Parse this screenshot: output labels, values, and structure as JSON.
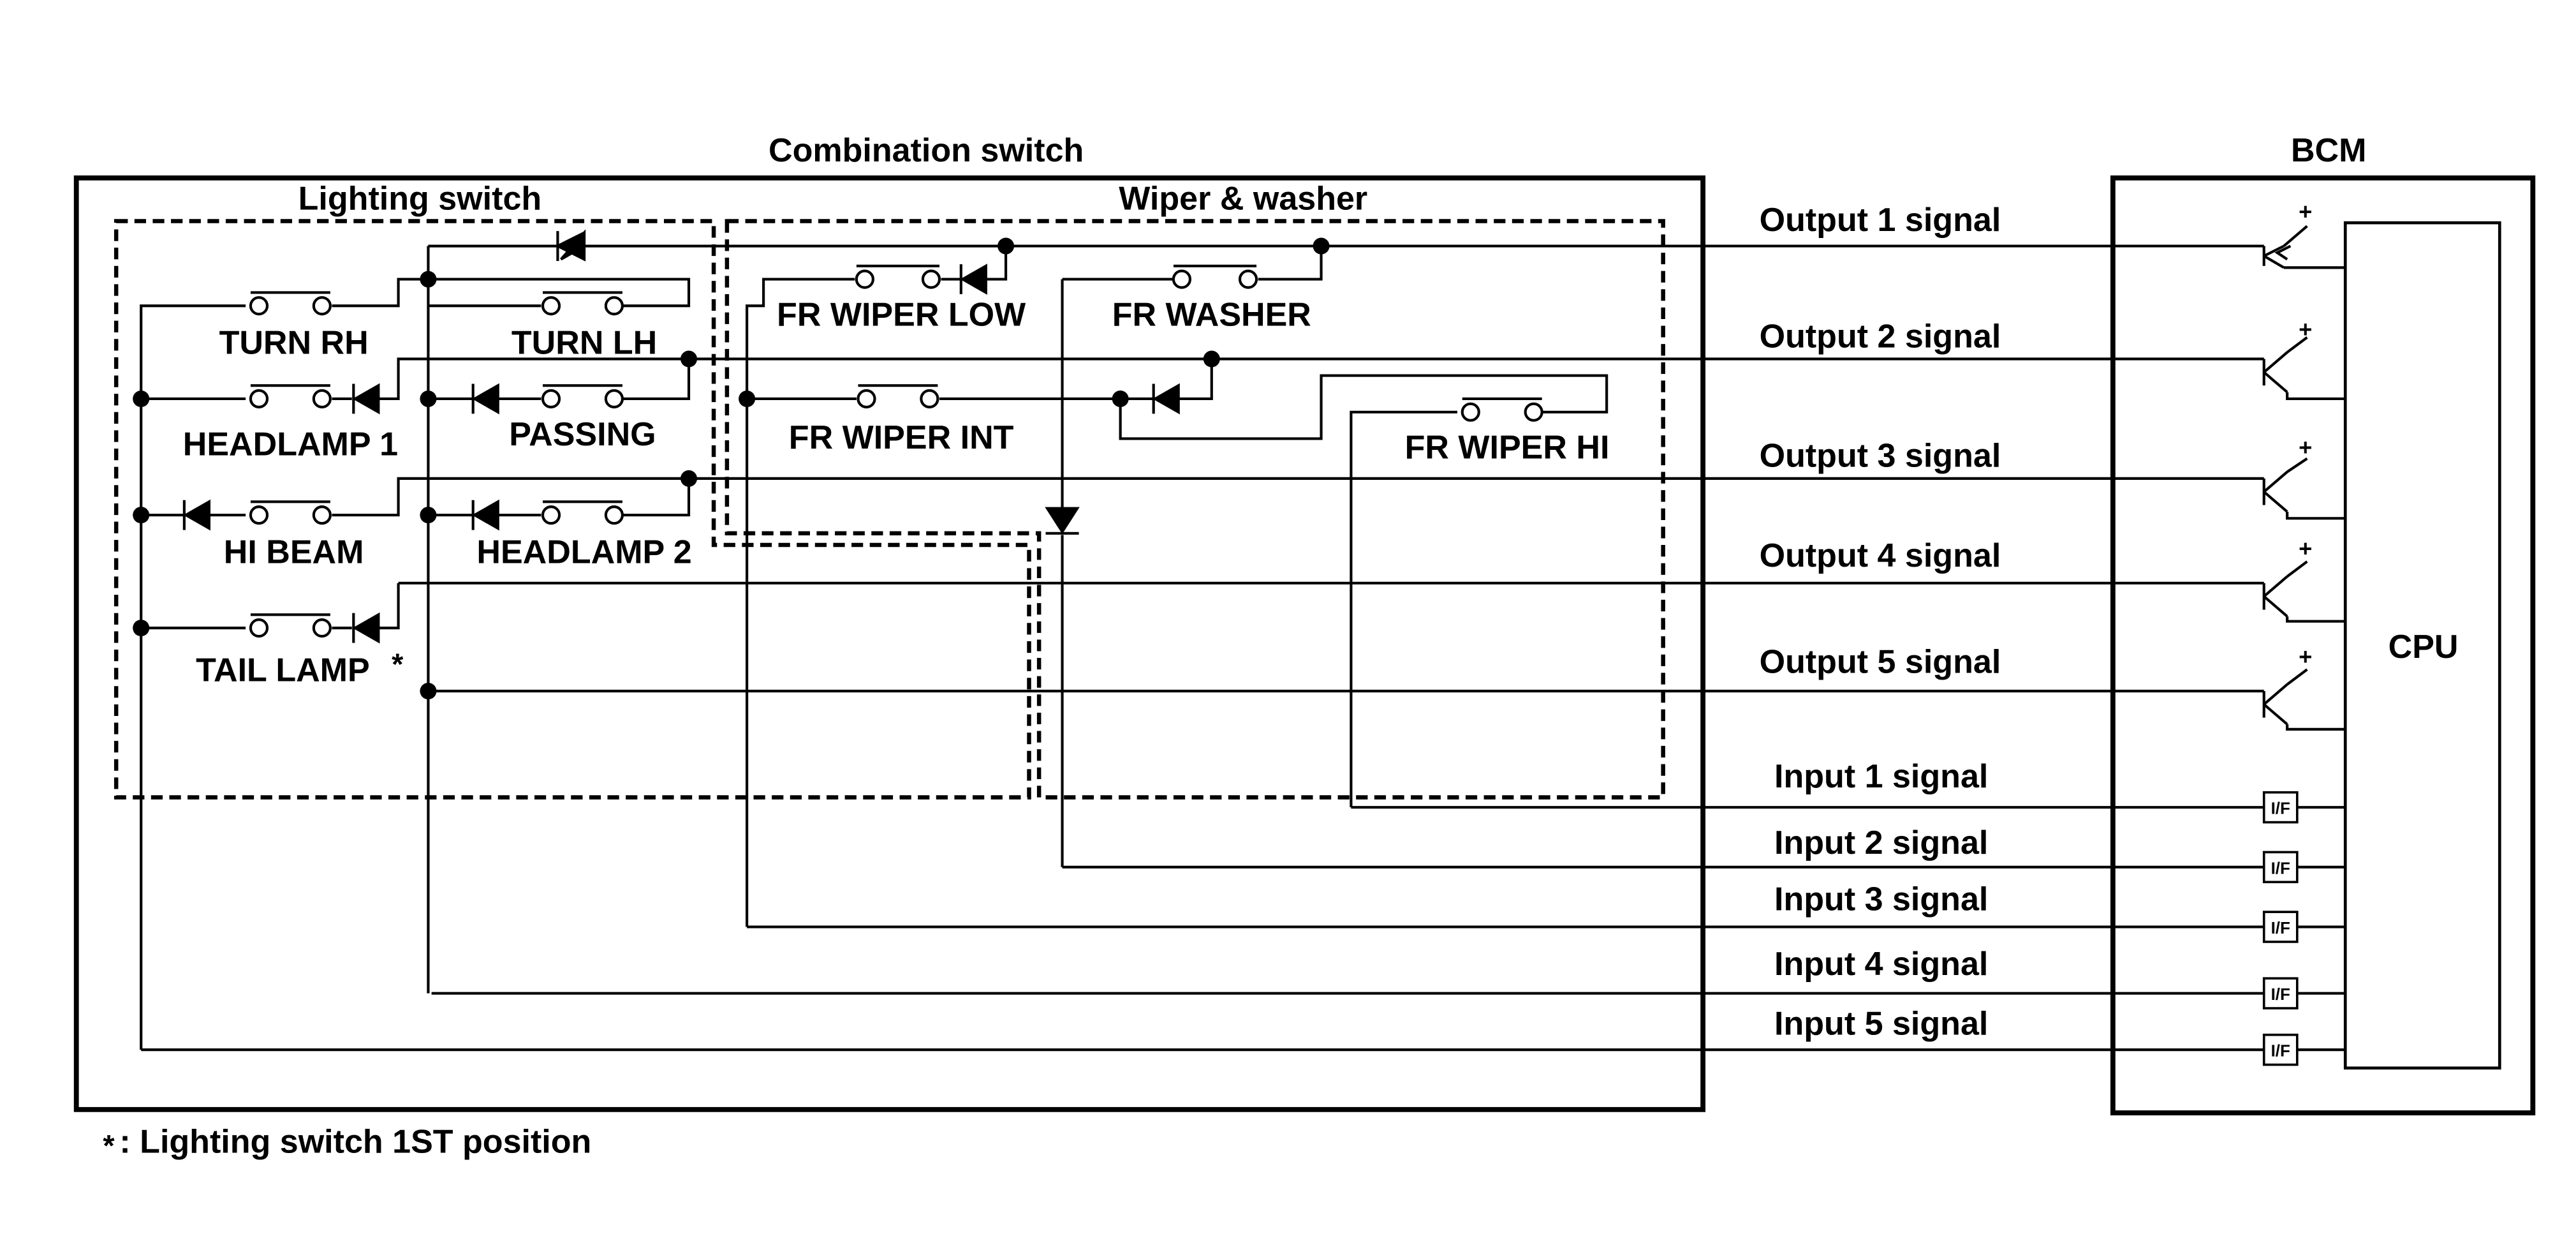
{
  "combination_switch": {
    "title": "Combination switch",
    "lighting_switch": {
      "title": "Lighting switch",
      "switches": {
        "turn_rh": "TURN RH",
        "turn_lh": "TURN LH",
        "headlamp1": "HEADLAMP 1",
        "passing": "PASSING",
        "hi_beam": "HI BEAM",
        "headlamp2": "HEADLAMP 2",
        "tail_lamp": "TAIL LAMP",
        "tail_lamp_mark": "*"
      }
    },
    "wiper_washer": {
      "title": "Wiper & washer",
      "switches": {
        "fr_wiper_low": "FR WIPER LOW",
        "fr_washer": "FR WASHER",
        "fr_wiper_int": "FR WIPER INT",
        "fr_wiper_hi": "FR WIPER HI"
      }
    }
  },
  "signals": {
    "outputs": [
      "Output 1 signal",
      "Output 2 signal",
      "Output 3 signal",
      "Output 4 signal",
      "Output 5 signal"
    ],
    "inputs": [
      "Input 1 signal",
      "Input 2 signal",
      "Input 3 signal",
      "Input 4 signal",
      "Input 5 signal"
    ]
  },
  "bcm": {
    "title": "BCM",
    "cpu_label": "CPU",
    "interface_label": "I/F",
    "supply_label": "+"
  },
  "footnote": {
    "mark": "*",
    "text": ": Lighting switch 1ST position"
  }
}
